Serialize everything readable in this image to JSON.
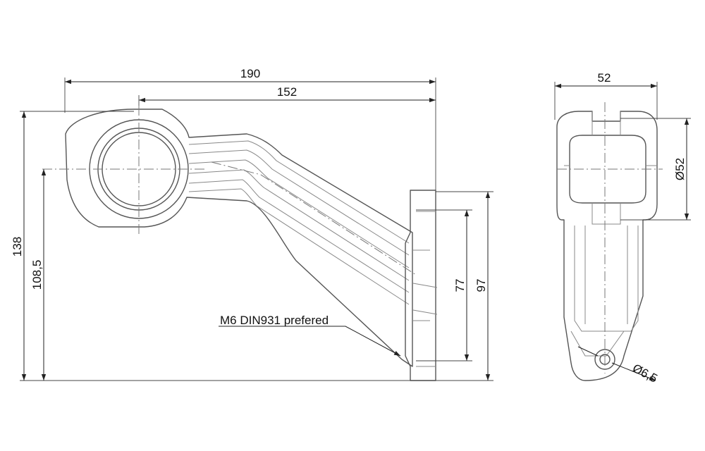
{
  "dimensions": {
    "overall_width": "190",
    "center_to_mount": "152",
    "overall_height": "138",
    "center_height": "108,5",
    "bracket_inner": "77",
    "bracket_outer": "97",
    "side_width": "52",
    "lamp_diameter": "Ø52",
    "hole_diameter": "Ø6,5"
  },
  "notes": {
    "bolt": "M6 DIN931 prefered"
  }
}
